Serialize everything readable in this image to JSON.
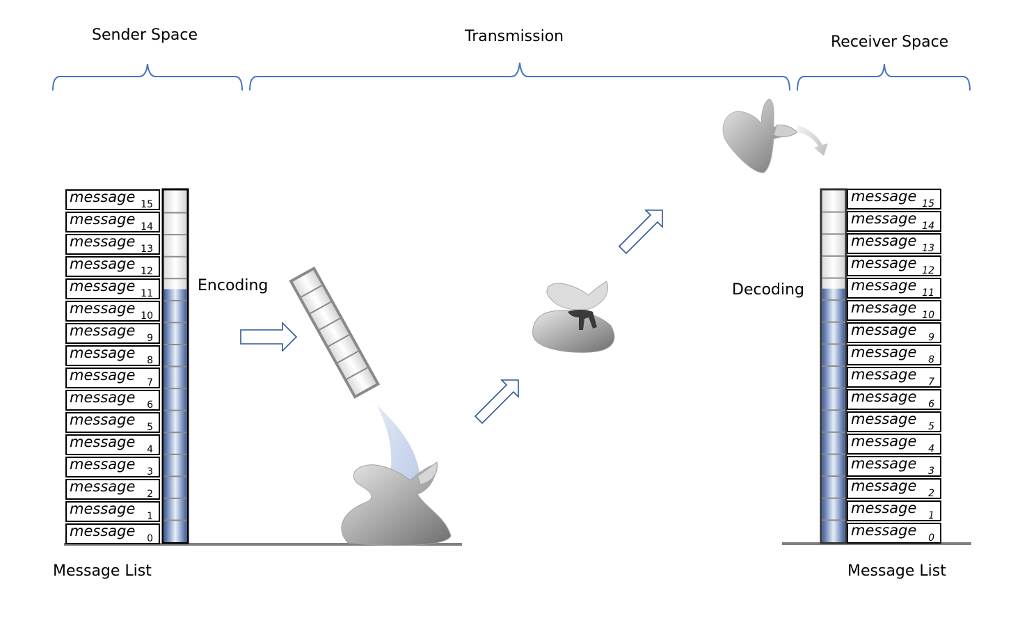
{
  "headers": {
    "sender": "Sender Space",
    "transmission": "Transmission",
    "receiver": "Receiver Space"
  },
  "labels": {
    "encoding": "Encoding",
    "decoding": "Decoding",
    "sender_list": "Message List",
    "receiver_list": "Message List"
  },
  "message_word": "message",
  "sender_messages": [
    "15",
    "14",
    "13",
    "12",
    "11",
    "10",
    "9",
    "8",
    "7",
    "6",
    "5",
    "4",
    "3",
    "2",
    "1",
    "0"
  ],
  "receiver_messages": [
    "15",
    "14",
    "13",
    "12",
    "11",
    "10",
    "9",
    "8",
    "7",
    "6",
    "5",
    "4",
    "3",
    "2",
    "1",
    "0"
  ],
  "sender_tube_fill_fraction": 0.72,
  "receiver_tube_fill_fraction": 0.72,
  "colors": {
    "bracket": "#4472c4",
    "arrow": "#2f5597",
    "tube_fill": "#4a6aa8",
    "ground": "#808080"
  }
}
